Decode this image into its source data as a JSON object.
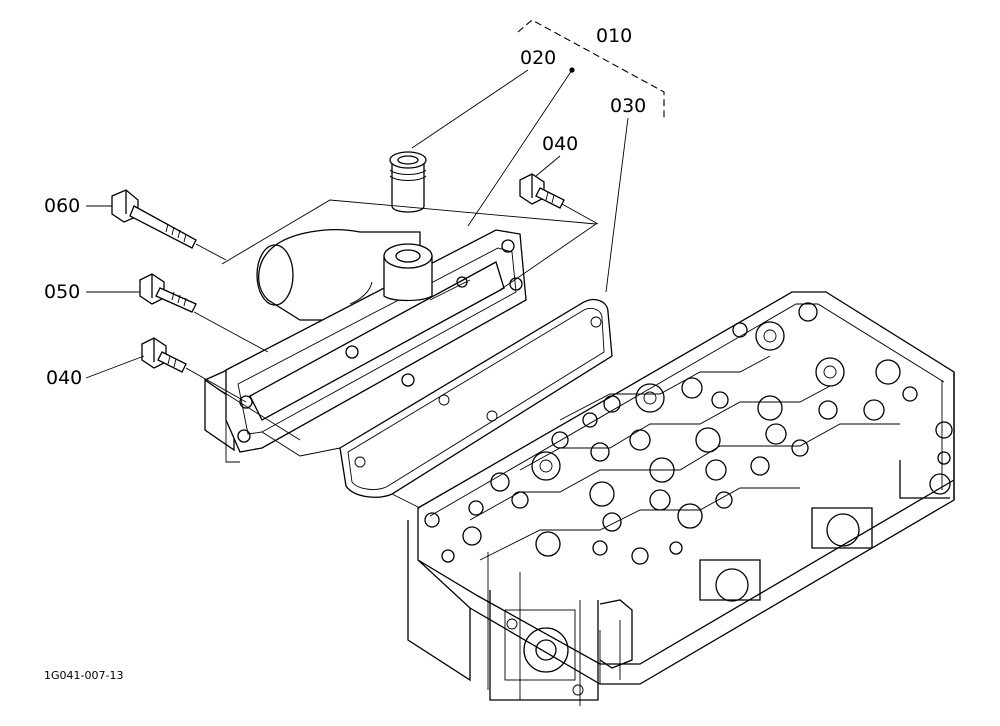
{
  "figure_code": "1G041-007-13",
  "callouts": {
    "c010": "010",
    "c020": "020",
    "c030": "030",
    "c040_top": "040",
    "c040_left": "040",
    "c050": "050",
    "c060": "060"
  }
}
